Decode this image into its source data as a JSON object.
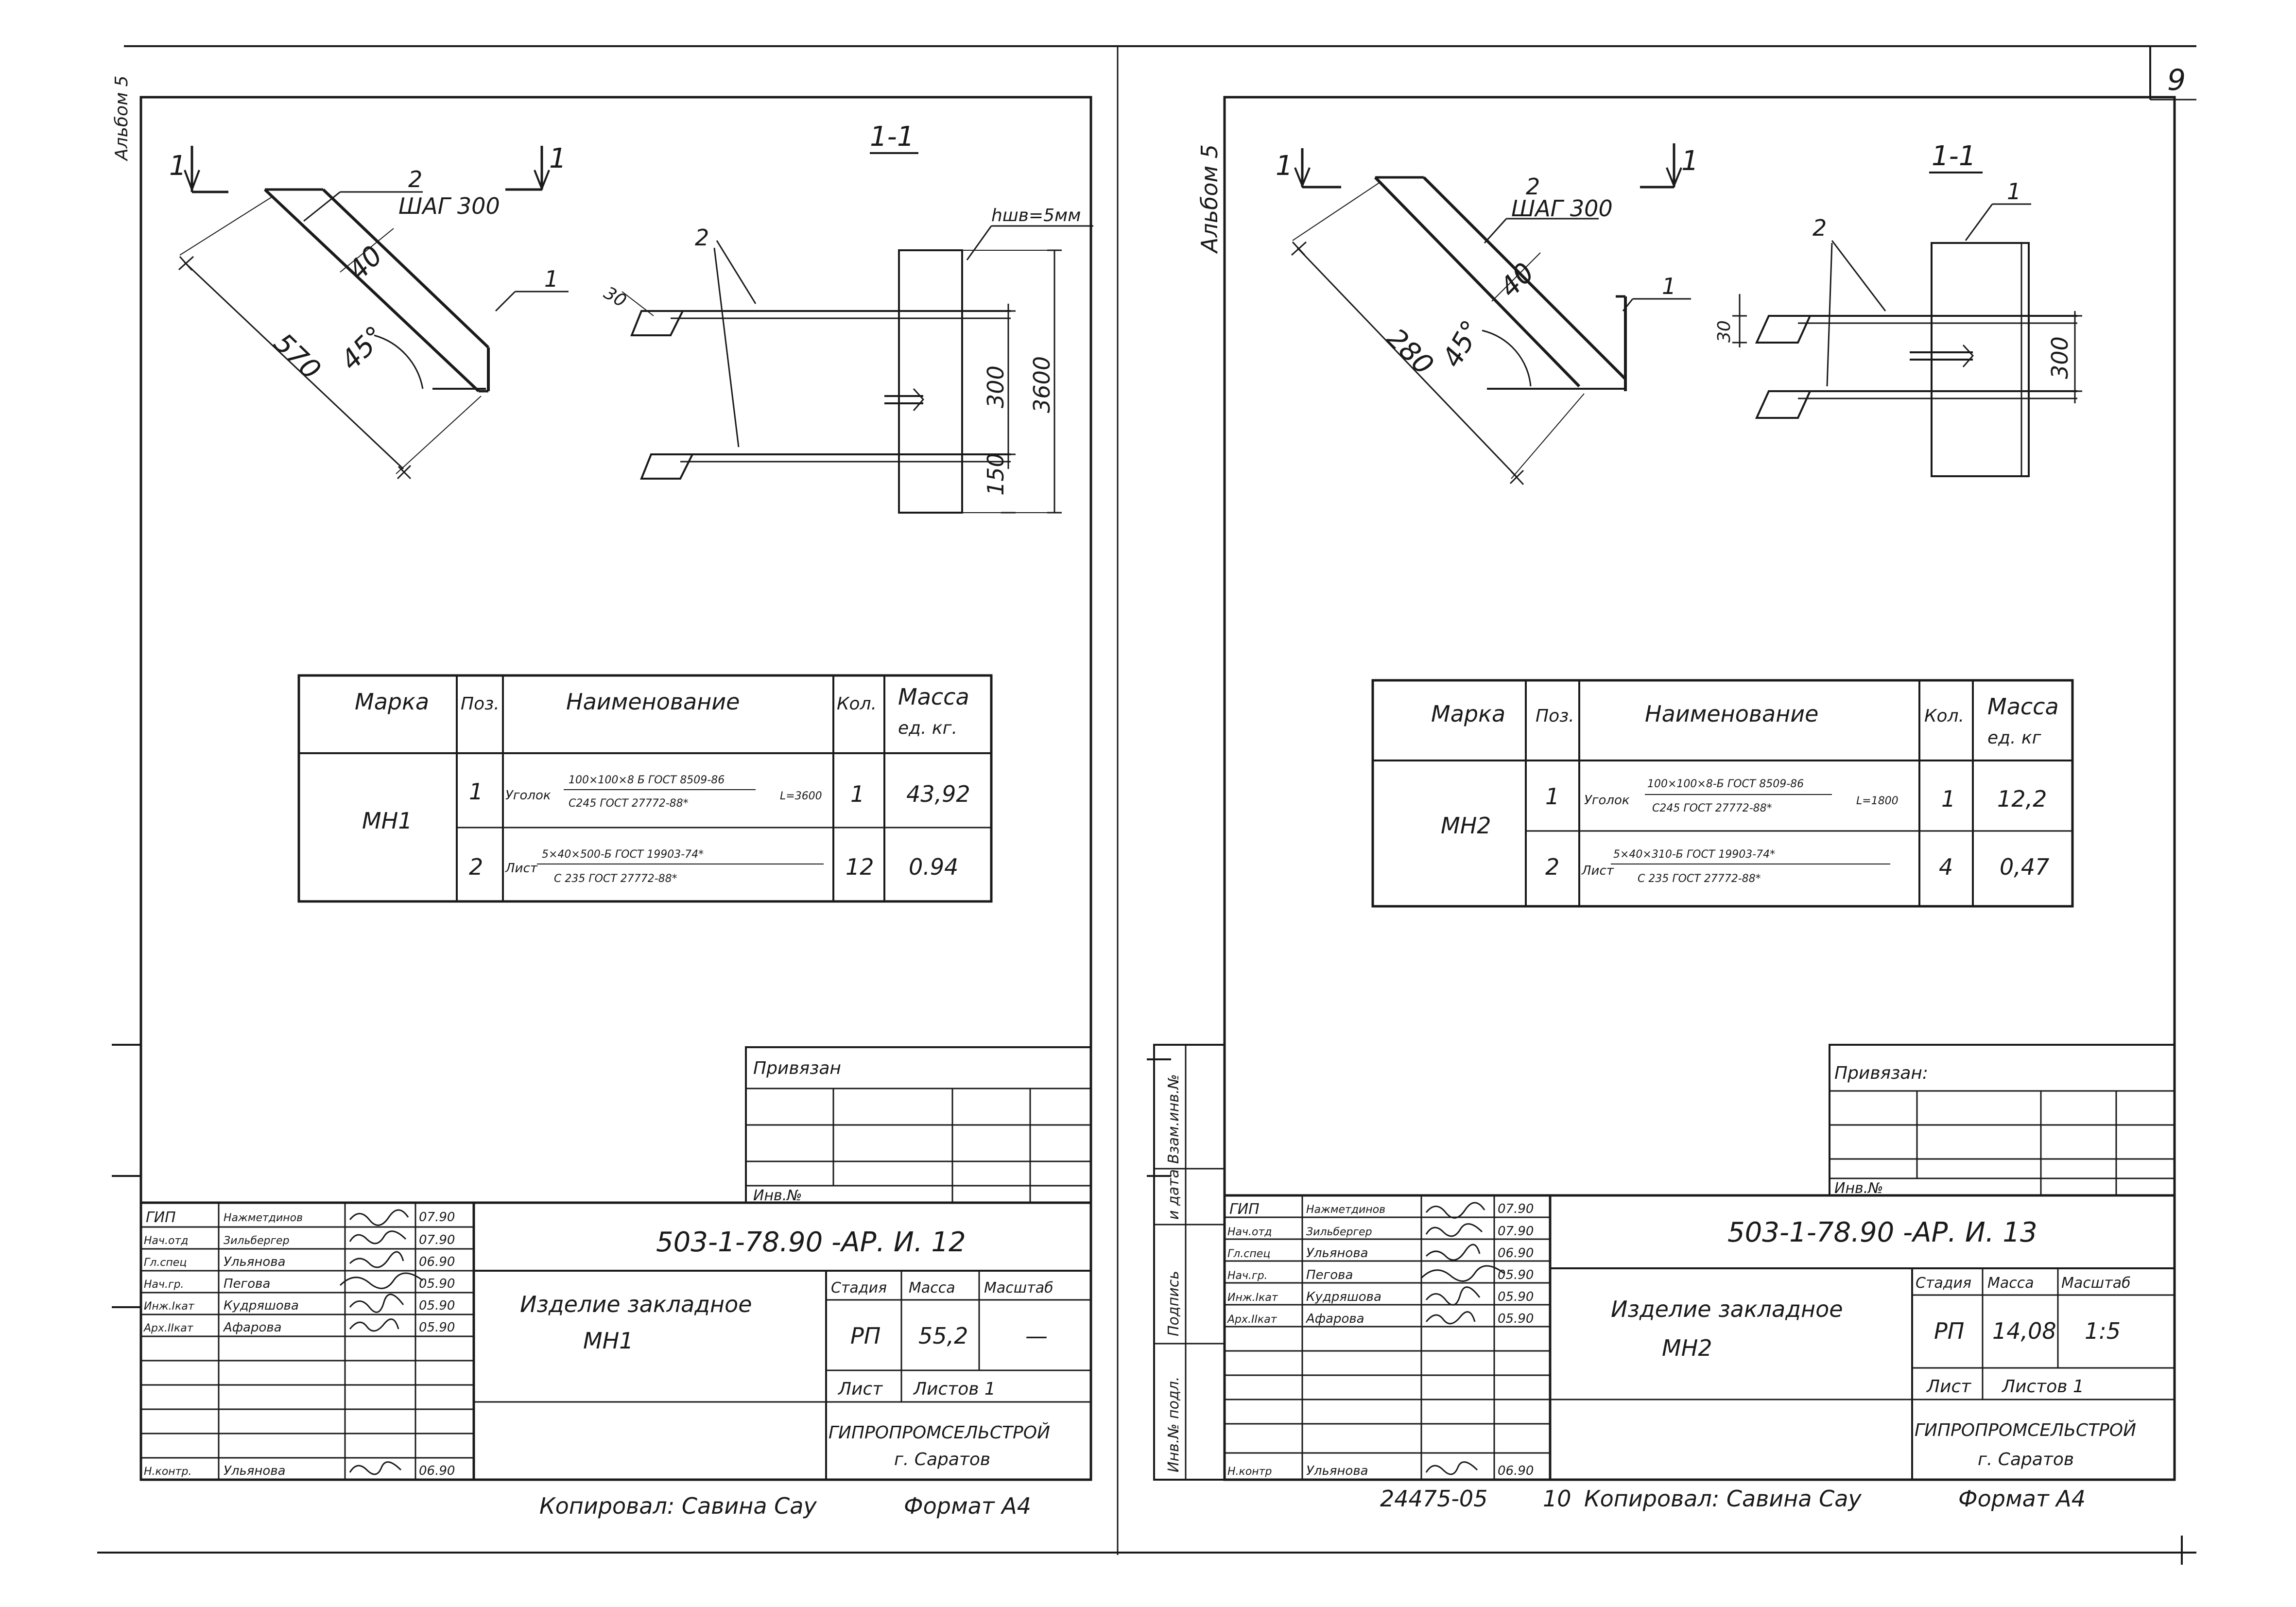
{
  "page_number": "9",
  "left_sheet": {
    "side_label": "Альбом 5",
    "section_mark": "1",
    "section_title": "1-1",
    "drawing": {
      "pos2_label": "2",
      "pos2_step": "ШАГ 300",
      "pos1_label": "1",
      "dim_40": "40",
      "dim_length": "570",
      "angle": "45°",
      "dim_30": "30",
      "weld": "hшв=5мм",
      "dim_300": "300",
      "dim_150": "150",
      "dim_3600": "3600"
    },
    "spec": {
      "headers": {
        "mark": "Марка",
        "pos": "Поз.",
        "name": "Наименование",
        "qty": "Кол.",
        "mass": "Масса",
        "mass_unit": "ед. кг."
      },
      "mark": "МН1",
      "rows": [
        {
          "pos": "1",
          "prefix": "Уголок",
          "num": "100×100×8 Б ГОСТ 8509-86",
          "den": "С245 ГОСТ 27772-88*",
          "suffix": "L=3600",
          "qty": "1",
          "mass": "43,92"
        },
        {
          "pos": "2",
          "prefix": "Лист",
          "num": "5×40×500-Б ГОСТ 19903-74*",
          "den": "С 235 ГОСТ 27772-88*",
          "suffix": "",
          "qty": "12",
          "mass": "0.94"
        }
      ]
    },
    "privyazan": {
      "title": "Привязан",
      "inv": "Инв.№"
    },
    "stamp": {
      "people": [
        {
          "role": "ГИП",
          "name": "Нажметдинов",
          "date": "07.90"
        },
        {
          "role": "Нач.отд",
          "name": "Зильбергер",
          "date": "07.90"
        },
        {
          "role": "Гл.спец",
          "name": "Ульянова",
          "date": "06.90"
        },
        {
          "role": "Нач.гр.",
          "name": "Пегова",
          "date": "05.90"
        },
        {
          "role": "Инж.Ікат",
          "name": "Кудряшова",
          "date": "05.90"
        },
        {
          "role": "Арх.ІІкат",
          "name": "Афарова",
          "date": "05.90"
        }
      ],
      "controller": {
        "role": "Н.контр.",
        "name": "Ульянова",
        "date": "06.90"
      },
      "code": "503-1-78.90 -АР. И. 12",
      "title": "Изделие закладное",
      "item": "МН1",
      "stage_h": "Стадия",
      "mass_h": "Масса",
      "scale_h": "Масштаб",
      "stage": "РП",
      "mass": "55,2",
      "scale": "—",
      "sheet_h": "Лист",
      "sheets_h": "Листов 1",
      "org": "ГИПРОПРОМСЕЛЬСТРОЙ",
      "city": "г. Саратов"
    },
    "footer": {
      "copied": "Копировал: Савина Сау",
      "format": "Формат А4"
    }
  },
  "right_sheet": {
    "side_label": "Альбом 5",
    "side_stamp": [
      "Инв.№ подл.",
      "Подпись",
      "и дата",
      "Взам.инв.№"
    ],
    "section_mark": "1",
    "section_title": "1-1",
    "drawing": {
      "pos2_label": "2",
      "pos2_step": "ШАГ 300",
      "pos1_label": "1",
      "dim_40": "40",
      "dim_length": "280",
      "angle": "45°",
      "dim_30": "30",
      "dim_300": "300"
    },
    "spec": {
      "headers": {
        "mark": "Марка",
        "pos": "Поз.",
        "name": "Наименование",
        "qty": "Кол.",
        "mass": "Масса",
        "mass_unit": "ед. кг"
      },
      "mark": "МН2",
      "rows": [
        {
          "pos": "1",
          "prefix": "Уголок",
          "num": "100×100×8-Б ГОСТ 8509-86",
          "den": "С245 ГОСТ 27772-88*",
          "suffix": "L=1800",
          "qty": "1",
          "mass": "12,2"
        },
        {
          "pos": "2",
          "prefix": "Лист",
          "num": "5×40×310-Б ГОСТ 19903-74*",
          "den": "С 235 ГОСТ 27772-88*",
          "suffix": "",
          "qty": "4",
          "mass": "0,47"
        }
      ]
    },
    "privyazan": {
      "title": "Привязан:",
      "inv": "Инв.№"
    },
    "stamp": {
      "people": [
        {
          "role": "ГИП",
          "name": "Нажметдинов",
          "date": "07.90"
        },
        {
          "role": "Нач.отд",
          "name": "Зильбергер",
          "date": "07.90"
        },
        {
          "role": "Гл.спец",
          "name": "Ульянова",
          "date": "06.90"
        },
        {
          "role": "Нач.гр.",
          "name": "Пегова",
          "date": "05.90"
        },
        {
          "role": "Инж.Ікат",
          "name": "Кудряшова",
          "date": "05.90"
        },
        {
          "role": "Арх.ІІкат",
          "name": "Афарова",
          "date": "05.90"
        }
      ],
      "controller": {
        "role": "Н.контр",
        "name": "Ульянова",
        "date": "06.90"
      },
      "code": "503-1-78.90 -АР. И. 13",
      "title": "Изделие закладное",
      "item": "МН2",
      "stage_h": "Стадия",
      "mass_h": "Масса",
      "scale_h": "Масштаб",
      "stage": "РП",
      "mass": "14,08",
      "scale": "1:5",
      "sheet_h": "Лист",
      "sheets_h": "Листов 1",
      "org": "ГИПРОПРОМСЕЛЬСТРОЙ",
      "city": "г. Саратов"
    },
    "footer": {
      "code": "24475-05",
      "sheet_no": "10",
      "copied": "Копировал: Савина Сау",
      "format": "Формат А4"
    }
  }
}
